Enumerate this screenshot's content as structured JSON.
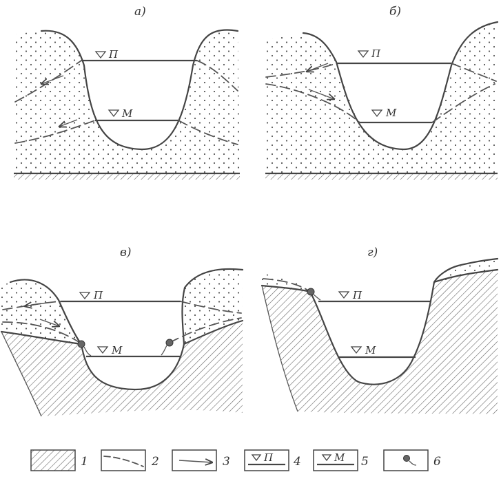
{
  "panels": [
    {
      "label": "а)",
      "upper_level": "П",
      "lower_level": "М"
    },
    {
      "label": "б)",
      "upper_level": "П",
      "lower_level": "М"
    },
    {
      "label": "в)",
      "upper_level": "П",
      "lower_level": "М"
    },
    {
      "label": "г)",
      "upper_level": "П",
      "lower_level": "М"
    }
  ],
  "legend": [
    {
      "number": "1",
      "symbol": "hatch"
    },
    {
      "number": "2",
      "symbol": "dashed-line"
    },
    {
      "number": "3",
      "symbol": "arrow"
    },
    {
      "number": "4",
      "symbol": "level-marker",
      "letter": "П"
    },
    {
      "number": "5",
      "symbol": "level-marker",
      "letter": "М"
    },
    {
      "number": "6",
      "symbol": "spring"
    }
  ]
}
